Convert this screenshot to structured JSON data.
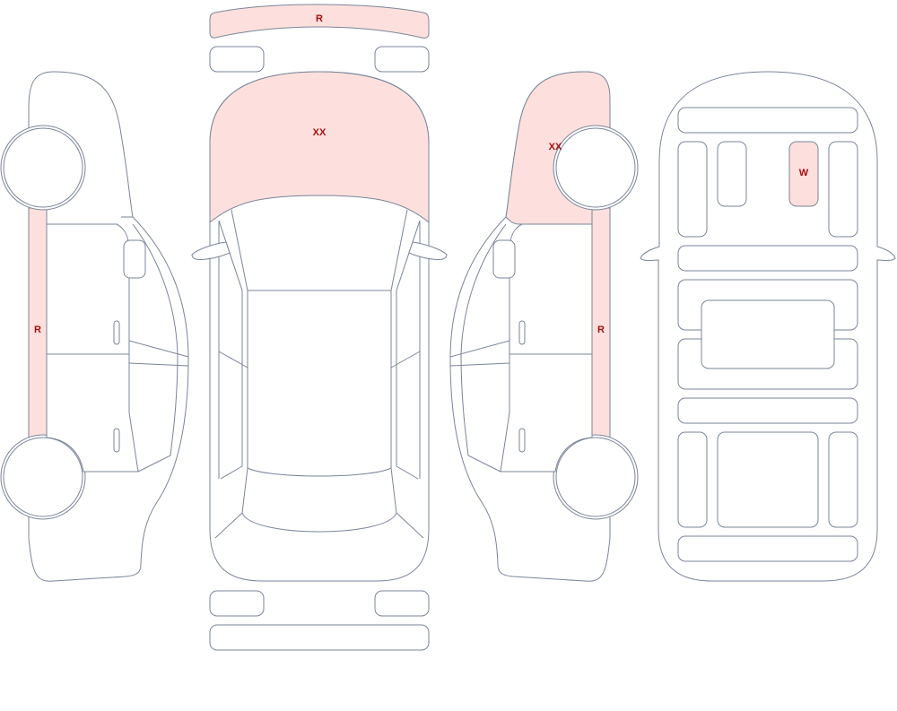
{
  "colors": {
    "outline": "#7a8599",
    "damage_fill": "#fde0dd",
    "damage_text": "#a01010"
  },
  "marks": {
    "front_bumper": "R",
    "hood": "XX",
    "left_rocker": "R",
    "right_front_fender": "XX",
    "right_rocker": "R",
    "underbody_part": "W"
  }
}
